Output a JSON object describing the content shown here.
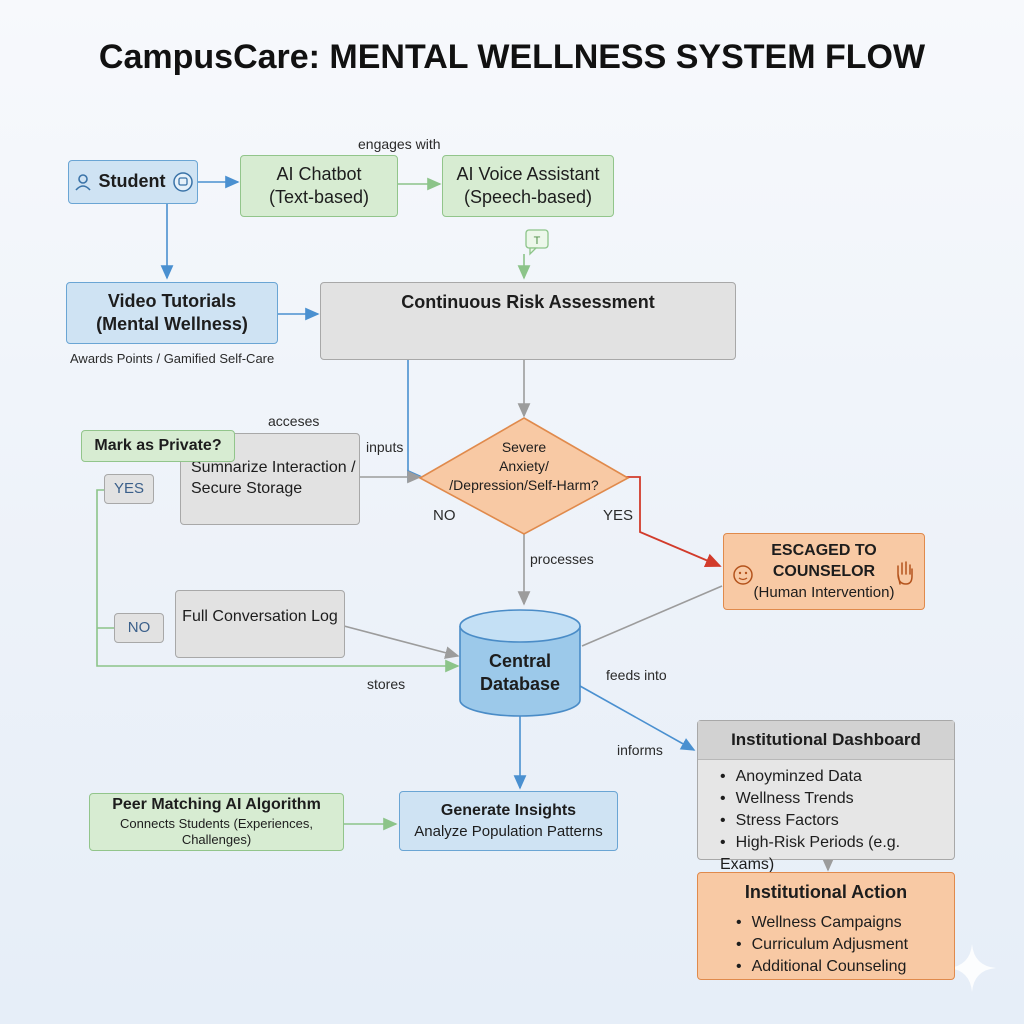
{
  "title": "CampusCare: MENTAL WELLNESS SYSTEM FLOW",
  "nodes": {
    "student": "Student",
    "chatbot": [
      "AI Chatbot",
      "(Text-based)"
    ],
    "voice": [
      "AI Voice Assistant",
      "(Speech-based)"
    ],
    "video": [
      "Video Tutorials",
      "(Mental Wellness)"
    ],
    "risk": "Continuous Risk Assessment",
    "private": "Mark as Private?",
    "summarize": [
      "Sumnarize Interaction /",
      "Secure Storage"
    ],
    "yes_box": "YES",
    "no_box": "NO",
    "full_log": "Full Conversation Log",
    "decision": [
      "Severe",
      "Anxiety/",
      "/Depression/Self-Harm?"
    ],
    "escalate": [
      "ESCAGED TO",
      "COUNSELOR",
      "(Human Intervention)"
    ],
    "database": [
      "Central",
      "Database"
    ],
    "dashboard": {
      "title": "Institutional Dashboard",
      "items": [
        "Anoyminzed Data",
        "Wellness Trends",
        "Stress Factors",
        "High-Risk Periods (e.g. Exams)"
      ]
    },
    "action": {
      "title": "Institutional Action",
      "items": [
        "Wellness Campaigns",
        "Curriculum Adjusment",
        "Additional Counseling"
      ]
    },
    "insights": [
      "Generate Insights",
      "Analyze Population Patterns"
    ],
    "peer": [
      "Peer Matching AI Algorithm",
      "Connects Students (Experiences, Challenges)"
    ]
  },
  "labels": {
    "engages_with": "engages with",
    "awards": "Awards Points / Gamified Self-Care",
    "acceses": "acceses",
    "inputs": "inputs",
    "no": "NO",
    "yes": "YES",
    "processes": "processes",
    "stores": "stores",
    "feeds_into": "feeds into",
    "informs": "informs"
  },
  "colors": {
    "green_fill": "#d7ecd2",
    "blue_fill": "#cfe3f3",
    "grey_fill": "#e2e2e2",
    "orange_fill": "#f8c9a4",
    "red_arrow": "#d23b2b",
    "blue_arrow": "#4a90d0",
    "green_arrow": "#8cc489",
    "grey_arrow": "#9c9c9c"
  }
}
